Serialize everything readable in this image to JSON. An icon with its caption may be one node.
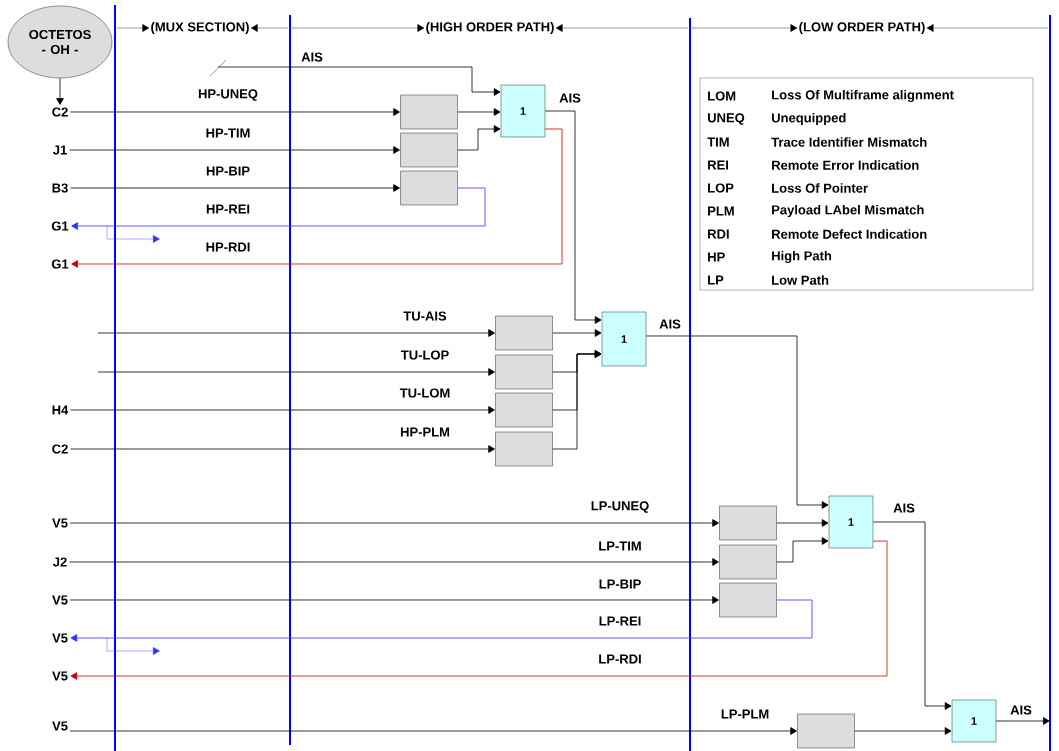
{
  "diagram": {
    "nodes": [
      {
        "text": [
          "OCTETOS - OH -"
        ]
      },
      {
        "text": [
          "C2"
        ]
      },
      {
        "text": [
          "J1"
        ]
      },
      {
        "text": [
          "B3"
        ]
      },
      {
        "text": [
          "G1"
        ]
      },
      {
        "text": [
          "G1"
        ]
      },
      {
        "text": [
          "H4"
        ]
      },
      {
        "text": [
          "C2"
        ]
      },
      {
        "text": [
          "V5"
        ]
      },
      {
        "text": [
          "J2"
        ]
      },
      {
        "text": [
          "V5"
        ]
      },
      {
        "text": [
          "V5"
        ]
      },
      {
        "text": [
          "V5"
        ]
      },
      {
        "text": [
          "V5"
        ]
      },
      {
        "text": [],
        "shape": "box"
      },
      {
        "text": [],
        "shape": "box"
      },
      {
        "text": [],
        "shape": "box"
      },
      {
        "text": [
          "1"
        ]
      },
      {
        "text": [],
        "shape": "box"
      },
      {
        "text": [],
        "shape": "box"
      },
      {
        "text": [],
        "shape": "box"
      },
      {
        "text": [],
        "shape": "box"
      },
      {
        "text": [
          "1"
        ]
      },
      {
        "text": [],
        "shape": "box"
      },
      {
        "text": [],
        "shape": "box"
      },
      {
        "text": [],
        "shape": "box"
      },
      {
        "text": [
          "1"
        ]
      },
      {
        "text": [],
        "shape": "box"
      },
      {
        "text": [
          "1"
        ]
      }
    ],
    "edges": [
      {
        "from": 0,
        "to": 1,
        "arrow": "to"
      },
      {
        "from": 1,
        "to": 14,
        "arrow": "to",
        "label": "HP-UNEQ"
      },
      {
        "from": 2,
        "to": 15,
        "arrow": "to",
        "label": "HP-TIM"
      },
      {
        "from": 3,
        "to": 16,
        "arrow": "to",
        "label": "HP-BIP"
      },
      {
        "from": null,
        "to": 17,
        "arrow": "to",
        "label": "AIS"
      },
      {
        "from": 14,
        "to": 17,
        "arrow": "to"
      },
      {
        "from": 15,
        "to": 17,
        "arrow": "to"
      },
      {
        "from": 16,
        "to": 4,
        "arrow": "to",
        "label": "HP-REI",
        "color": "#3333ff"
      },
      {
        "from": 17,
        "to": 5,
        "arrow": "to",
        "label": "HP-RDI",
        "color": "#cc0000"
      },
      {
        "from": null,
        "to": 18,
        "arrow": "to",
        "label": "TU-AIS"
      },
      {
        "from": null,
        "to": 19,
        "arrow": "to",
        "label": "TU-LOP"
      },
      {
        "from": 6,
        "to": 20,
        "arrow": "to",
        "label": "TU-LOM"
      },
      {
        "from": 7,
        "to": 21,
        "arrow": "to",
        "label": "HP-PLM"
      },
      {
        "from": 17,
        "to": 22,
        "arrow": "to",
        "label": "AIS"
      },
      {
        "from": 18,
        "to": 22,
        "arrow": "to"
      },
      {
        "from": 19,
        "to": 22,
        "arrow": "to"
      },
      {
        "from": 20,
        "to": 22,
        "arrow": "to"
      },
      {
        "from": 21,
        "to": 22,
        "arrow": "to"
      },
      {
        "from": 22,
        "to": 26,
        "arrow": "to",
        "label": "AIS"
      },
      {
        "from": 8,
        "to": 23,
        "arrow": "to",
        "label": "LP-UNEQ"
      },
      {
        "from": 9,
        "to": 24,
        "arrow": "to",
        "label": "LP-TIM"
      },
      {
        "from": 10,
        "to": 25,
        "arrow": "to",
        "label": "LP-BIP"
      },
      {
        "from": 23,
        "to": 26,
        "arrow": "to"
      },
      {
        "from": 24,
        "to": 26,
        "arrow": "to"
      },
      {
        "from": 25,
        "to": 11,
        "arrow": "to",
        "label": "LP-REI",
        "color": "#3333ff"
      },
      {
        "from": 26,
        "to": 12,
        "arrow": "to",
        "label": "LP-RDI",
        "color": "#cc0000"
      },
      {
        "from": 13,
        "to": 27,
        "arrow": "to",
        "label": "LP-PLM"
      },
      {
        "from": 26,
        "to": 28,
        "arrow": "to",
        "label": "AIS"
      },
      {
        "from": 27,
        "to": 28,
        "arrow": "to"
      },
      {
        "from": 28,
        "to": null,
        "arrow": "to",
        "label": "AIS"
      }
    ],
    "labels": [
      "(MUX SECTION)",
      "(HIGH ORDER PATH)",
      "(LOW ORDER PATH)",
      "LOM",
      "Loss Of Multiframe alignment",
      "UNEQ",
      "Unequipped",
      "TIM",
      "Trace Identifier Mismatch",
      "REI",
      "Remote Error Indication",
      "LOP",
      "Loss Of Pointer",
      "PLM",
      "Payload LAbel Mismatch",
      "RDI",
      "Remote Defect Indication",
      "HP",
      "High Path",
      "LP",
      "Low Path"
    ]
  }
}
